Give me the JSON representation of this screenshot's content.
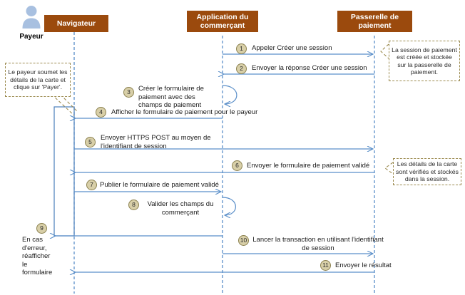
{
  "diagram": {
    "title": "Sequence diagram - paiement",
    "colors": {
      "participant_header": "#9B4A0D",
      "lifeline": "#5B8FC9",
      "message_arrow": "#5B8FC9",
      "note_border": "#9B8A4E",
      "step_badge_fill": "#D8CFA8",
      "step_badge_border": "#8C8250",
      "actor": "#A8C0E0"
    },
    "actor": {
      "name": "actor-payeur",
      "label": "Payeur",
      "icon": "person-icon"
    },
    "participants": [
      {
        "id": "navigateur",
        "label": "Navigateur"
      },
      {
        "id": "application-marchand",
        "label": "Application du commerçant"
      },
      {
        "id": "passerelle",
        "label": "Passerelle de paiement"
      }
    ],
    "notes": [
      {
        "id": "note-payeur",
        "text": "Le payeur soumet les détails de la carte et clique sur 'Payer'."
      },
      {
        "id": "note-session",
        "text": "La session de paiement est créée et stockée sur la passerelle de paiement."
      },
      {
        "id": "note-carte",
        "text": "Les détails de la carte sont vérifiés et stockés dans la session."
      }
    ],
    "messages": [
      {
        "num": "1",
        "text": "Appeler Créer une session",
        "from": "application-marchand",
        "to": "passerelle",
        "kind": "call"
      },
      {
        "num": "2",
        "text": "Envoyer la réponse Créer une session",
        "from": "passerelle",
        "to": "application-marchand",
        "kind": "return"
      },
      {
        "num": "3",
        "text": "Créer le formulaire de paiement avec des champs de paiement",
        "from": "application-marchand",
        "to": "application-marchand",
        "kind": "self"
      },
      {
        "num": "4",
        "text": "Afficher le formulaire de paiement pour le payeur",
        "from": "application-marchand",
        "to": "navigateur",
        "kind": "return"
      },
      {
        "num": "5",
        "text": "Envoyer HTTPS POST au moyen de l'identifiant de session",
        "from": "navigateur",
        "to": "passerelle",
        "kind": "call"
      },
      {
        "num": "6",
        "text": "Envoyer le formulaire de paiement validé",
        "from": "passerelle",
        "to": "navigateur",
        "kind": "return"
      },
      {
        "num": "7",
        "text": "Publier le formulaire de paiement validé",
        "from": "navigateur",
        "to": "application-marchand",
        "kind": "call"
      },
      {
        "num": "8",
        "text": "Valider les champs du commerçant",
        "from": "application-marchand",
        "to": "application-marchand",
        "kind": "self"
      },
      {
        "num": "9",
        "text": "En cas d'erreur, réafficher le formulaire",
        "from": "application-marchand",
        "to": "navigateur",
        "kind": "return"
      },
      {
        "num": "10",
        "text": "Lancer la transaction en utilisant l'identifiant de session",
        "from": "application-marchand",
        "to": "passerelle",
        "kind": "call"
      },
      {
        "num": "11",
        "text": "Envoyer le résultat",
        "from": "passerelle",
        "to": "application-marchand",
        "kind": "return"
      }
    ]
  }
}
